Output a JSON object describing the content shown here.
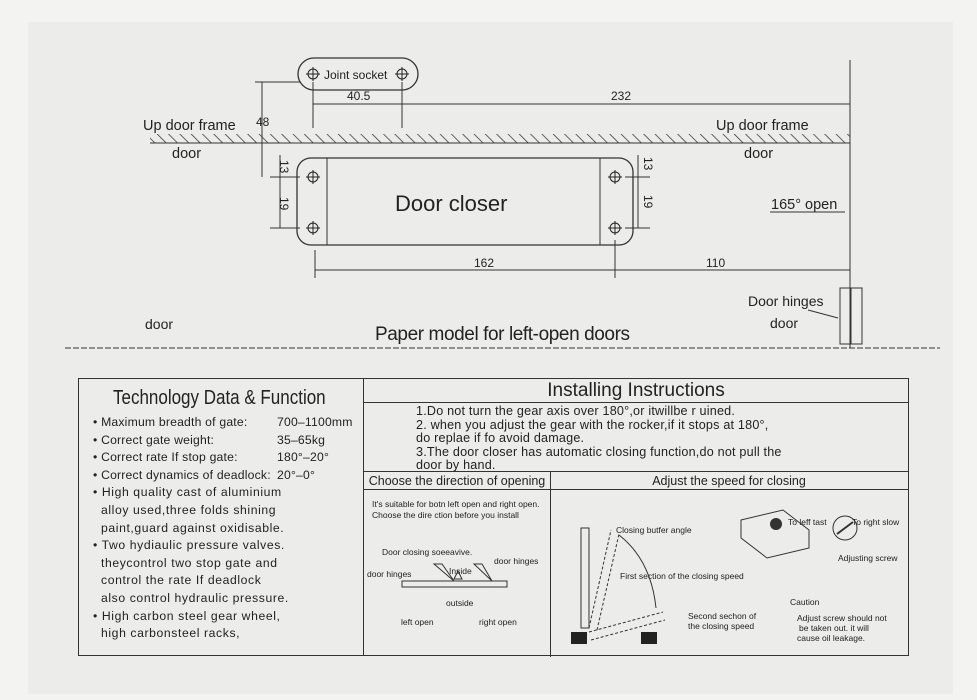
{
  "diagram": {
    "joint_socket": "Joint socket",
    "dim_40_5": "40.5",
    "dim_232": "232",
    "dim_48": "48",
    "up_door_frame_left": "Up door frame",
    "up_door_frame_right": "Up door frame",
    "door_left": "door",
    "door_right": "door",
    "dim_13_left": "13",
    "dim_19_left": "19",
    "dim_13_right": "13",
    "dim_19_right": "19",
    "door_closer": "Door closer",
    "open_angle": "165° open",
    "dim_162": "162",
    "dim_110": "110",
    "door_hinges": "Door hinges",
    "door_hinge_door": "door",
    "door_bottom_left": "door",
    "paper_model_title": "Paper model for left-open doors"
  },
  "tech": {
    "title": "Technology Data & Function",
    "specs": [
      {
        "label": "Maximum breadth of gate:",
        "value": "700–1100mm"
      },
      {
        "label": "Correct gate weight:",
        "value": "35–65kg"
      },
      {
        "label": "Correct rate If stop gate:",
        "value": "180°–20°"
      },
      {
        "label": "Correct dynamics of deadlock:",
        "value": "20°–0°"
      }
    ],
    "features": [
      [
        "High quality cast of aluminium",
        "alloy used,three folds shining",
        "paint,guard against oxidisable."
      ],
      [
        "Two hydiaulic pressure valves.",
        "theycontrol two stop gate and",
        "control the rate If deadlock",
        "also control hydraulic pressure."
      ],
      [
        "High carbon steel gear wheel,",
        "high carbonsteel racks,"
      ]
    ]
  },
  "install": {
    "title": "Installing Instructions",
    "lines": [
      "1.Do not turn the gear axis over 180°,or itwillbe r uined.",
      "2. when you adjust the gear with the rocker,if it stops at 180°,",
      "do replae if fo avoid damage.",
      "3.The door closer has automatic closing function,do not pull the",
      "door by hand."
    ],
    "direction": {
      "header": "Choose the direction of opening",
      "note1": "It's suitable for botn left open and right open.",
      "note2": "Choose the dire ction before you install",
      "door_closing": "Door closing soeeavive.",
      "door_hinges_left": "door hinges",
      "door_hinges_right": "door hinges",
      "inside": "Inside",
      "outside": "outside",
      "left_open": "left open",
      "right_open": "right open"
    },
    "speed": {
      "header": "Adjust the speed for closing",
      "buffer_angle": "Closing butfer angle",
      "first_section": "First section of the closing speed",
      "second_section_1": "Second sechon of",
      "second_section_2": "the closing speed",
      "to_left": "To leff tast",
      "to_right": "To right slow",
      "adjusting_screw": "Adjusting screw",
      "caution": "Caution",
      "caution_1": "Adjust screw should not",
      "caution_2": "be taken out. it will",
      "caution_3": "cause oil leakage."
    }
  }
}
